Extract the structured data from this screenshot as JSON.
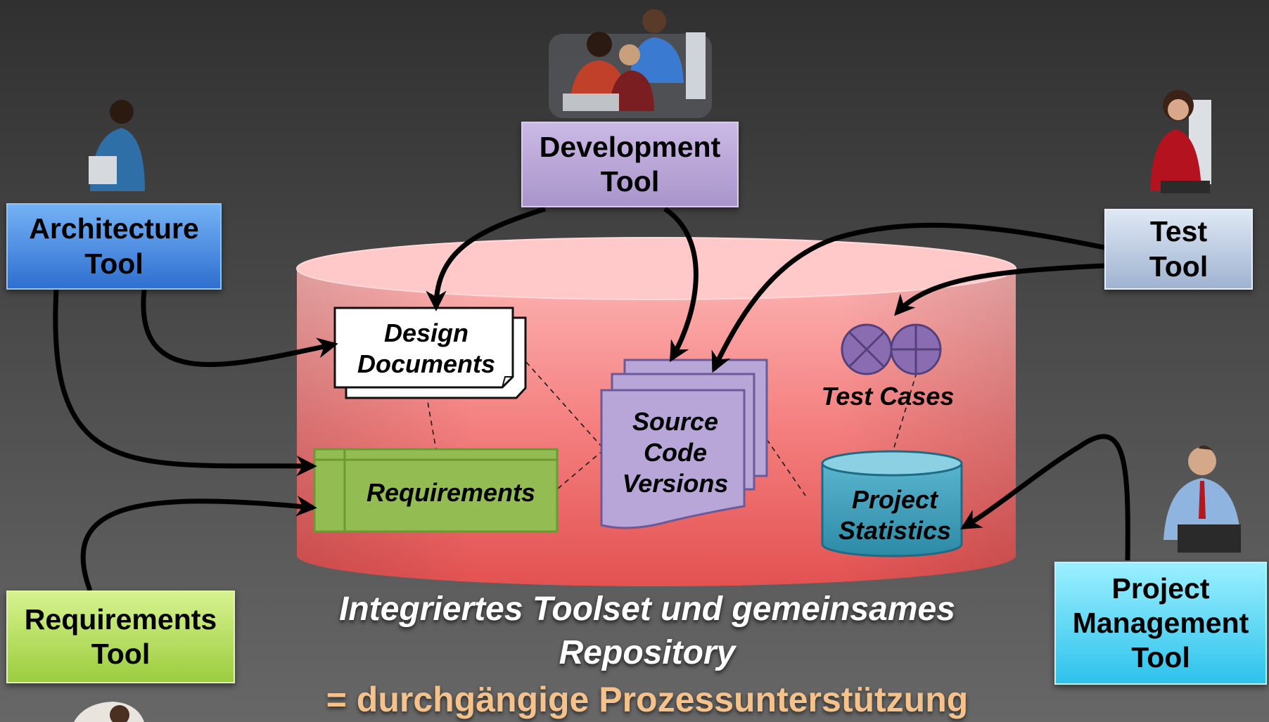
{
  "tools": {
    "development": [
      "Development",
      "Tool"
    ],
    "architecture": [
      "Architecture",
      "Tool"
    ],
    "test": [
      "Test",
      "Tool"
    ],
    "requirements": [
      "Requirements",
      "Tool"
    ],
    "project_management": [
      "Project",
      "Management",
      "Tool"
    ]
  },
  "repository": {
    "design_documents": [
      "Design",
      "Documents"
    ],
    "requirements": "Requirements",
    "source_code": [
      "Source",
      "Code",
      "Versions"
    ],
    "test_cases": "Test Cases",
    "project_statistics": [
      "Project",
      "Statistics"
    ]
  },
  "caption": {
    "line1": "Integriertes Toolset und gemeinsames",
    "line2": "Repository",
    "tagline": "= durchgängige Prozessunterstützung"
  },
  "colors": {
    "repository": "#f06d6d",
    "development": "#b9a6d8",
    "architecture": "#4a8ee6",
    "test": "#c3d0e2",
    "requirements": "#b9e36a",
    "project_management": "#5ad8f6"
  }
}
